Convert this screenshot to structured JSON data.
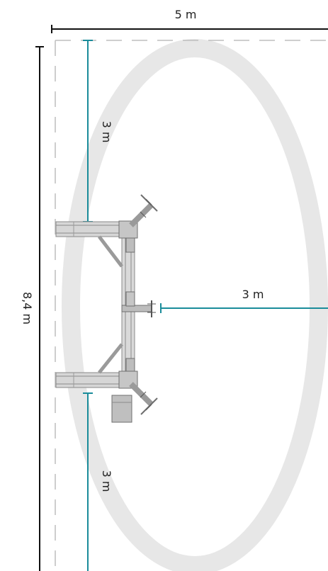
{
  "dimensions": {
    "width_label": "5 m",
    "height_label": "8,4 m",
    "top_clearance_label": "3 m",
    "side_clearance_label": "3 m",
    "bottom_clearance_label": "3 m"
  },
  "colors": {
    "dimension_line": "#111111",
    "clearance_line": "#1a8c9a",
    "boundary_dash": "#bdbdbd",
    "swing_arc": "#e6e6e6",
    "steel": "#9a9a9a",
    "steel_dark": "#6f6f6f"
  }
}
